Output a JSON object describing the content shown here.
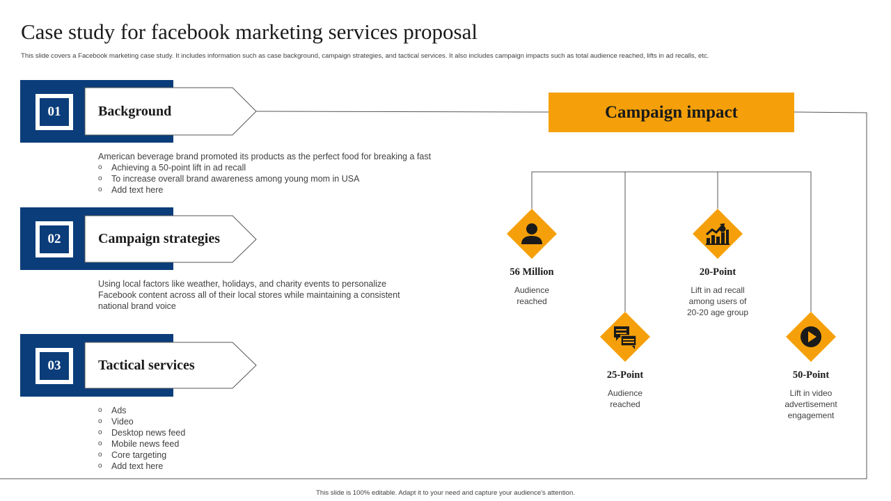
{
  "title": "Case study for facebook marketing services proposal",
  "subtitle": "This slide covers a Facebook marketing case study. It includes information such as case background, campaign strategies, and tactical services. It also includes campaign impacts such as total audience reached, lifts in ad recalls, etc.",
  "sections": [
    {
      "number": "01",
      "heading": "Background",
      "intro": "American beverage  brand promoted its products as the perfect food for breaking a fast",
      "bullets": [
        "Achieving  a 50-point  lift in ad recall",
        "To increase overall  brand awareness  among young mom in USA",
        "Add text here"
      ]
    },
    {
      "number": "02",
      "heading": "Campaign strategies",
      "lines": [
        "Using local factors like weather, holidays, and charity events to personalize",
        "Facebook content across all of their local stores while maintaining a consistent",
        "national brand voice"
      ]
    },
    {
      "number": "03",
      "heading": "Tactical services",
      "bullets": [
        "Ads",
        "Video",
        "Desktop news feed",
        "Mobile news feed",
        "Core targeting",
        "Add text here"
      ]
    }
  ],
  "bullet_symbol": "o",
  "impact": {
    "title": "Campaign impact",
    "items": [
      {
        "icon": "user-icon",
        "value": "56 Million",
        "label_lines": [
          "Audience",
          "reached"
        ]
      },
      {
        "icon": "chat-icon",
        "value": "25-Point",
        "label_lines": [
          "Audience",
          "reached"
        ]
      },
      {
        "icon": "growth-chart-icon",
        "value": "20-Point",
        "label_lines": [
          "Lift in ad recall",
          "among users of",
          "20-20 age group"
        ]
      },
      {
        "icon": "play-icon",
        "value": "50-Point",
        "label_lines": [
          "Lift in video",
          "advertisement",
          "engagement"
        ]
      }
    ]
  },
  "colors": {
    "navy": "#0b3d7a",
    "orange": "#f5a00a"
  },
  "footer": "This slide is 100% editable.  Adapt it to your need and capture your audience's attention."
}
